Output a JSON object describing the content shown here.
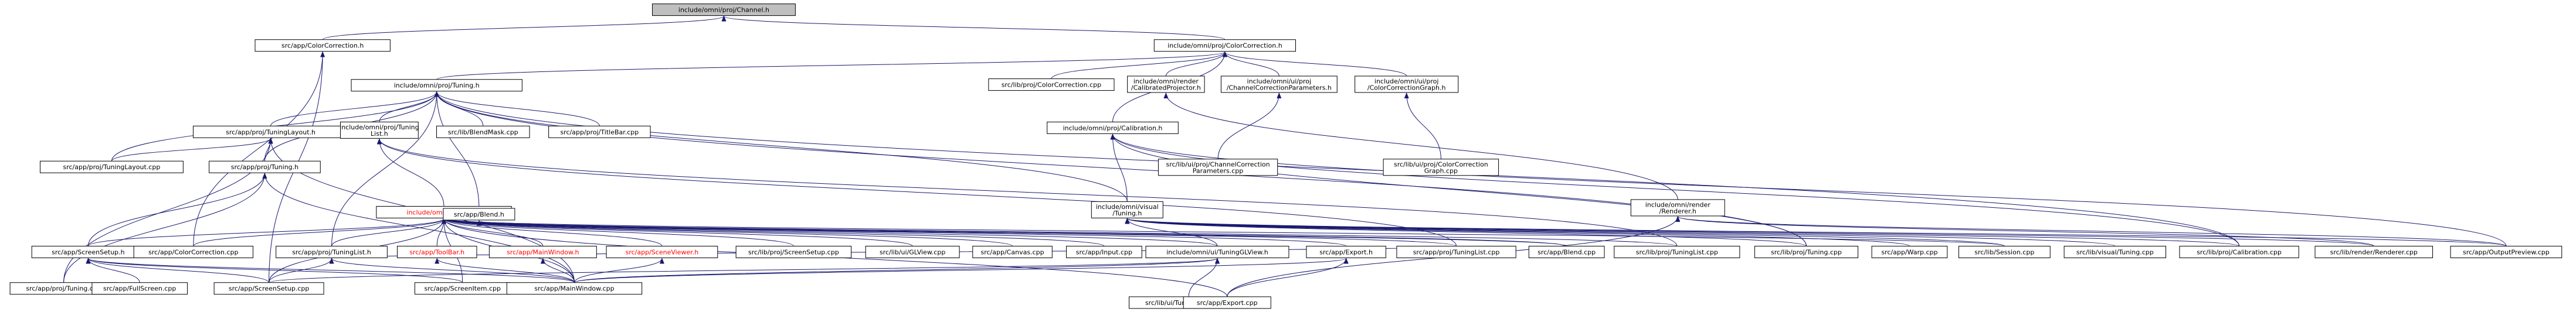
{
  "graph": {
    "title": "",
    "colors": {
      "background": "#ffffff",
      "node_fill": "#ffffff",
      "root_fill": "#bfbfbf",
      "border": "#000000",
      "edge": "#191970",
      "text": "#000000",
      "red_text": "#ff0000",
      "red_border": "#ff0000"
    },
    "nodes": [
      {
        "id": "n0",
        "lines": [
          "include/omni/proj/Channel.h"
        ],
        "root": true
      },
      {
        "id": "n1",
        "lines": [
          "src/app/ColorCorrection.h"
        ]
      },
      {
        "id": "n2",
        "lines": [
          "include/omni/proj/ColorCorrection.h"
        ]
      },
      {
        "id": "n3",
        "lines": [
          "include/omni/proj/Tuning.h"
        ]
      },
      {
        "id": "n4",
        "lines": [
          "src/lib/proj/ColorCorrection.cpp"
        ]
      },
      {
        "id": "n5",
        "lines": [
          "include/omni/render",
          "/CalibratedProjector.h"
        ]
      },
      {
        "id": "n6",
        "lines": [
          "include/omni/ui/proj",
          "/ChannelCorrectionParameters.h"
        ]
      },
      {
        "id": "n7",
        "lines": [
          "include/omni/ui/proj",
          "/ColorCorrectionGraph.h"
        ]
      },
      {
        "id": "n8",
        "lines": [
          "src/app/proj/TuningLayout.h"
        ]
      },
      {
        "id": "n9",
        "lines": [
          "include/omni/proj/Tuning",
          "List.h"
        ]
      },
      {
        "id": "n10",
        "lines": [
          "src/lib/BlendMask.cpp"
        ]
      },
      {
        "id": "n11",
        "lines": [
          "src/app/proj/TitleBar.cpp"
        ]
      },
      {
        "id": "n12",
        "lines": [
          "src/lib/ui/proj/ChannelCorrection",
          "Parameters.cpp"
        ]
      },
      {
        "id": "n13",
        "lines": [
          "src/lib/ui/proj/ColorCorrection",
          "Graph.cpp"
        ]
      },
      {
        "id": "n14",
        "lines": [
          "include/omni/proj/Calibration.h"
        ]
      },
      {
        "id": "n15",
        "lines": [
          "src/app/proj/TuningLayout.cpp"
        ]
      },
      {
        "id": "n16",
        "lines": [
          "src/app/proj/Tuning.h"
        ]
      },
      {
        "id": "n17",
        "lines": [
          "include/omni/Session.h"
        ],
        "red": true
      },
      {
        "id": "n18",
        "lines": [
          "src/app/Blend.h"
        ]
      },
      {
        "id": "n19",
        "lines": [
          "include/omni/visual",
          "/Tuning.h"
        ]
      },
      {
        "id": "n20",
        "lines": [
          "include/omni/render",
          "/Renderer.h"
        ]
      },
      {
        "id": "n21",
        "lines": [
          "src/app/ScreenSetup.h"
        ]
      },
      {
        "id": "n22",
        "lines": [
          "src/app/ColorCorrection.cpp"
        ]
      },
      {
        "id": "n23",
        "lines": [
          "src/app/proj/TuningList.h"
        ]
      },
      {
        "id": "n24",
        "lines": [
          "src/app/ToolBar.h"
        ],
        "red": true
      },
      {
        "id": "n25",
        "lines": [
          "src/app/MainWindow.h"
        ],
        "red": true
      },
      {
        "id": "n26",
        "lines": [
          "src/app/SceneViewer.h"
        ],
        "red": true
      },
      {
        "id": "n27",
        "lines": [
          "src/lib/proj/ScreenSetup.cpp"
        ]
      },
      {
        "id": "n28",
        "lines": [
          "src/lib/ui/GLView.cpp"
        ]
      },
      {
        "id": "n29",
        "lines": [
          "src/app/Canvas.cpp"
        ]
      },
      {
        "id": "n30",
        "lines": [
          "src/app/Input.cpp"
        ]
      },
      {
        "id": "n31",
        "lines": [
          "include/omni/ui/TuningGLView.h"
        ]
      },
      {
        "id": "n32",
        "lines": [
          "src/app/Export.h"
        ]
      },
      {
        "id": "n33",
        "lines": [
          "src/app/proj/TuningList.cpp"
        ]
      },
      {
        "id": "n34",
        "lines": [
          "src/app/Blend.cpp"
        ]
      },
      {
        "id": "n35",
        "lines": [
          "src/lib/proj/TuningList.cpp"
        ]
      },
      {
        "id": "n36",
        "lines": [
          "src/lib/proj/Tuning.cpp"
        ]
      },
      {
        "id": "n37",
        "lines": [
          "src/app/Warp.cpp"
        ]
      },
      {
        "id": "n38",
        "lines": [
          "src/lib/Session.cpp"
        ]
      },
      {
        "id": "n39",
        "lines": [
          "src/lib/visual/Tuning.cpp"
        ]
      },
      {
        "id": "n40",
        "lines": [
          "src/lib/proj/Calibration.cpp"
        ]
      },
      {
        "id": "n41",
        "lines": [
          "src/lib/render/Renderer.cpp"
        ]
      },
      {
        "id": "n42",
        "lines": [
          "src/app/OutputPreview.cpp"
        ]
      },
      {
        "id": "n43",
        "lines": [
          "src/app/proj/Tuning.cpp"
        ]
      },
      {
        "id": "n44",
        "lines": [
          "src/app/FullScreen.cpp"
        ]
      },
      {
        "id": "n45",
        "lines": [
          "src/app/ScreenSetup.cpp"
        ]
      },
      {
        "id": "n46",
        "lines": [
          "src/app/ScreenItem.cpp"
        ]
      },
      {
        "id": "n47",
        "lines": [
          "src/app/MainWindow.cpp"
        ]
      },
      {
        "id": "n48",
        "lines": [
          "src/lib/ui/TuningGLView.cpp"
        ]
      },
      {
        "id": "n49",
        "lines": [
          "src/app/Export.cpp"
        ]
      }
    ],
    "edges": [
      [
        "n1",
        "n0"
      ],
      [
        "n2",
        "n0"
      ],
      [
        "n3",
        "n2"
      ],
      [
        "n4",
        "n2"
      ],
      [
        "n5",
        "n2"
      ],
      [
        "n6",
        "n2"
      ],
      [
        "n7",
        "n2"
      ],
      [
        "n14",
        "n2"
      ],
      [
        "n45",
        "n1"
      ],
      [
        "n22",
        "n1"
      ],
      [
        "n8",
        "n3"
      ],
      [
        "n9",
        "n3"
      ],
      [
        "n10",
        "n3"
      ],
      [
        "n11",
        "n3"
      ],
      [
        "n36",
        "n3"
      ],
      [
        "n19",
        "n3"
      ],
      [
        "n18",
        "n3"
      ],
      [
        "n40",
        "n3"
      ],
      [
        "n16",
        "n3"
      ],
      [
        "n15",
        "n3"
      ],
      [
        "n23",
        "n3"
      ],
      [
        "n20",
        "n5"
      ],
      [
        "n12",
        "n6"
      ],
      [
        "n13",
        "n7"
      ],
      [
        "n15",
        "n8"
      ],
      [
        "n16",
        "n8"
      ],
      [
        "n43",
        "n8"
      ],
      [
        "n47",
        "n8"
      ],
      [
        "n17",
        "n9"
      ],
      [
        "n33",
        "n9"
      ],
      [
        "n35",
        "n9"
      ],
      [
        "n19",
        "n14"
      ],
      [
        "n36",
        "n14"
      ],
      [
        "n40",
        "n14"
      ],
      [
        "n42",
        "n14"
      ],
      [
        "n43",
        "n16"
      ],
      [
        "n21",
        "n16"
      ],
      [
        "n47",
        "n16"
      ],
      [
        "n21",
        "n17"
      ],
      [
        "n22",
        "n17"
      ],
      [
        "n23",
        "n17"
      ],
      [
        "n24",
        "n17"
      ],
      [
        "n25",
        "n17"
      ],
      [
        "n26",
        "n17"
      ],
      [
        "n27",
        "n17"
      ],
      [
        "n28",
        "n17"
      ],
      [
        "n29",
        "n17"
      ],
      [
        "n30",
        "n17"
      ],
      [
        "n31",
        "n17"
      ],
      [
        "n32",
        "n17"
      ],
      [
        "n33",
        "n17"
      ],
      [
        "n34",
        "n17"
      ],
      [
        "n35",
        "n17"
      ],
      [
        "n38",
        "n17"
      ],
      [
        "n45",
        "n17"
      ],
      [
        "n46",
        "n17"
      ],
      [
        "n47",
        "n17"
      ],
      [
        "n49",
        "n17"
      ],
      [
        "n34",
        "n18"
      ],
      [
        "n31",
        "n19"
      ],
      [
        "n36",
        "n19"
      ],
      [
        "n37",
        "n19"
      ],
      [
        "n38",
        "n19"
      ],
      [
        "n39",
        "n19"
      ],
      [
        "n40",
        "n19"
      ],
      [
        "n41",
        "n19"
      ],
      [
        "n42",
        "n19"
      ],
      [
        "n41",
        "n20"
      ],
      [
        "n42",
        "n20"
      ],
      [
        "n49",
        "n20"
      ],
      [
        "n44",
        "n21"
      ],
      [
        "n45",
        "n21"
      ],
      [
        "n46",
        "n21"
      ],
      [
        "n47",
        "n21"
      ],
      [
        "n33",
        "n23"
      ],
      [
        "n45",
        "n23"
      ],
      [
        "n47",
        "n23"
      ],
      [
        "n47",
        "n24"
      ],
      [
        "n47",
        "n25"
      ],
      [
        "n47",
        "n26"
      ],
      [
        "n48",
        "n31"
      ],
      [
        "n45",
        "n31"
      ],
      [
        "n47",
        "n31"
      ],
      [
        "n49",
        "n32"
      ],
      [
        "n47",
        "n32"
      ]
    ]
  }
}
